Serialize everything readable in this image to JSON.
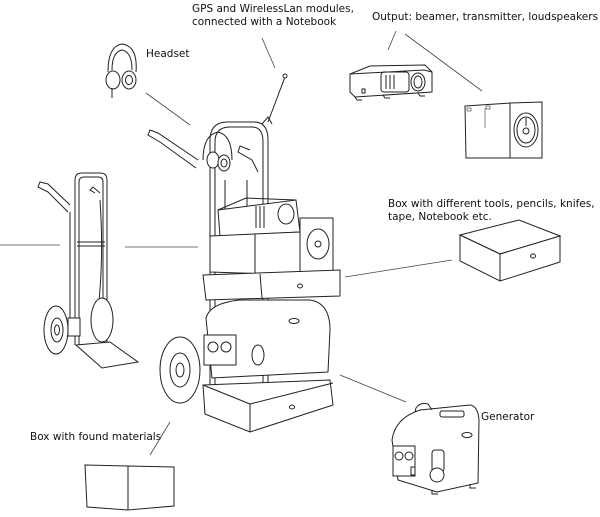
{
  "diagram": {
    "labels": {
      "gps": {
        "line1": "GPS and WirelessLan modules,",
        "line2": "connected with a Notebook"
      },
      "headset": "Headset",
      "output": "Output:  beamer, transmitter,  loudspeakers etc.",
      "toolbox": {
        "line1": "Box with different tools, pencils, knifes,",
        "line2": "tape, Notebook etc."
      },
      "generator": "Generator",
      "found_materials": "Box with found materials"
    },
    "components": [
      "hand-truck",
      "equipped-cart",
      "headset",
      "antenna",
      "projector",
      "loudspeaker",
      "tool-box",
      "generator",
      "materials-box"
    ]
  }
}
